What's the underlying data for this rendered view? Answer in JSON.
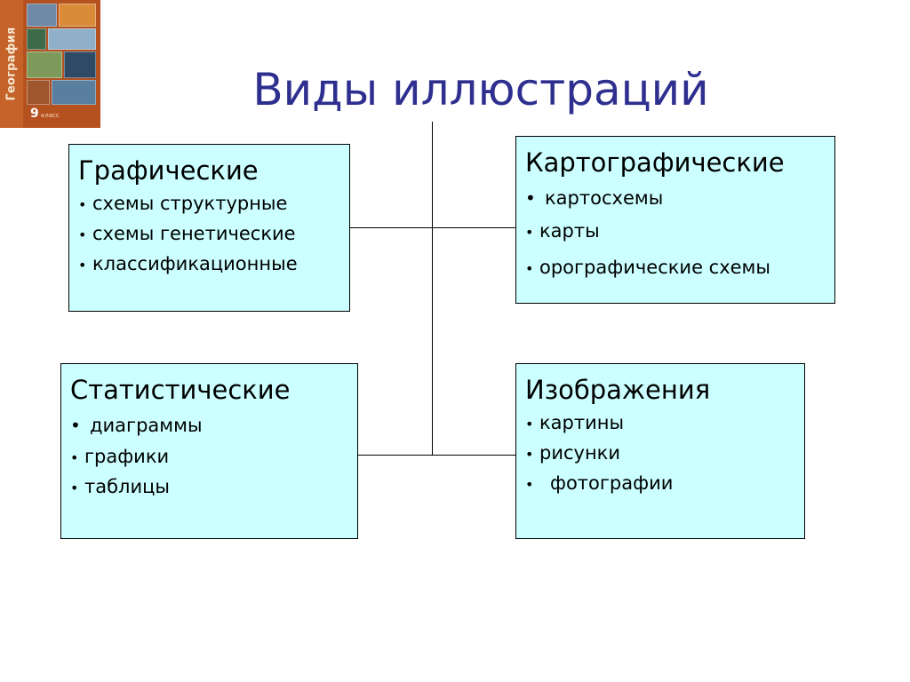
{
  "book_cover": {
    "title": "География",
    "grade": "9",
    "grade_suffix": "класс"
  },
  "title": "Виды иллюстраций",
  "bullet_char": "•",
  "boxes": {
    "graphic": {
      "heading": "Графические",
      "items": [
        "схемы структурные",
        "схемы генетические",
        "классификационные"
      ]
    },
    "cartographic": {
      "heading": "Картографические",
      "items": [
        "картосхемы",
        "карты",
        "орографические схемы"
      ]
    },
    "statistical": {
      "heading": "Статистические",
      "items": [
        "диаграммы",
        "графики",
        "таблицы"
      ]
    },
    "images": {
      "heading": "Изображения",
      "items": [
        "картины",
        "рисунки",
        "фотографии"
      ]
    }
  },
  "colors": {
    "title": "#2e2f8f",
    "box_fill": "#ccffff",
    "box_border": "#000000",
    "connector": "#000000"
  }
}
